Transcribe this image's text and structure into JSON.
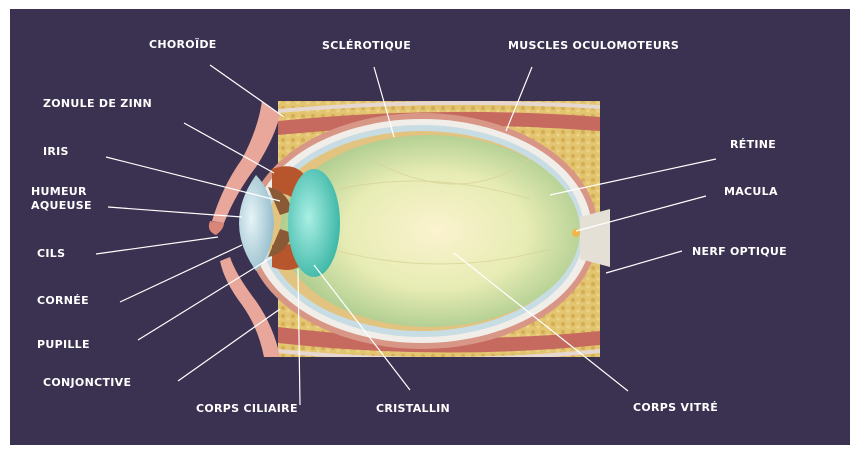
{
  "labels": {
    "choroide": "CHOROÏDE",
    "sclerotique": "SCLÉROTIQUE",
    "muscles_oculomoteurs": "MUSCLES OCULOMOTEURS",
    "zonule_de_zinn": "ZONULE DE ZINN",
    "iris": "IRIS",
    "humeur_aqueuse": "HUMEUR\nAQUEUSE",
    "cils": "CILS",
    "cornee": "CORNÉE",
    "pupille": "PUPILLE",
    "conjonctive": "CONJONCTIVE",
    "corps_ciliaire": "CORPS CILIAIRE",
    "cristallin": "CRISTALLIN",
    "corps_vitre": "CORPS VITRÉ",
    "retine": "RÉTINE",
    "macula": "MACULA",
    "nerf_optique": "NERF OPTIQUE"
  },
  "colors": {
    "background": "#3b3150",
    "label_text": "#ffffff",
    "leader_line": "#ffffff"
  }
}
